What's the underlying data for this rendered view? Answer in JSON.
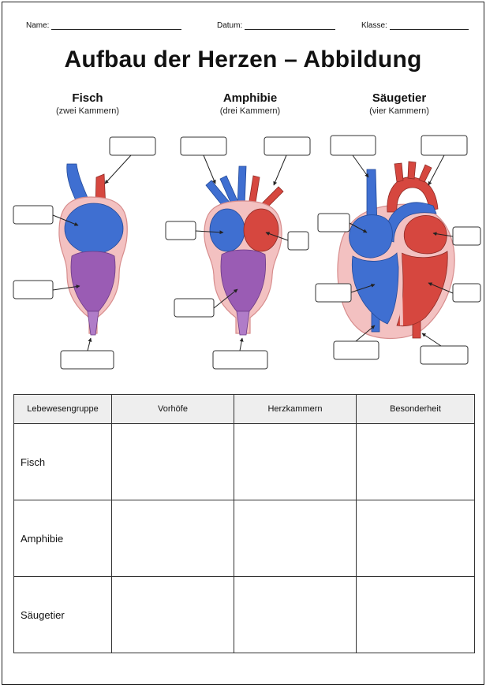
{
  "header": {
    "name_label": "Name:",
    "date_label": "Datum:",
    "class_label": "Klasse:"
  },
  "title": "Aufbau der Herzen – Abbildung",
  "animals": [
    {
      "name": "Fisch",
      "subtitle": "(zwei Kammern)"
    },
    {
      "name": "Amphibie",
      "subtitle": "(drei Kammern)"
    },
    {
      "name": "Säugetier",
      "subtitle": "(vier Kammern)"
    }
  ],
  "colors": {
    "vein_blue": "#3f6fd1",
    "artery_red": "#d6473f",
    "ventricle_purple": "#9a5cb4",
    "pericardium_pink": "#f3c1c1",
    "pericardium_border": "#d78d8d",
    "header_fill": "#eeeeee"
  },
  "table": {
    "headers": [
      "Lebewesengruppe",
      "Vorhöfe",
      "Herzkammern",
      "Besonderheit"
    ],
    "rows": [
      {
        "group": "Fisch"
      },
      {
        "group": "Amphibie"
      },
      {
        "group": "Säugetier"
      }
    ]
  }
}
